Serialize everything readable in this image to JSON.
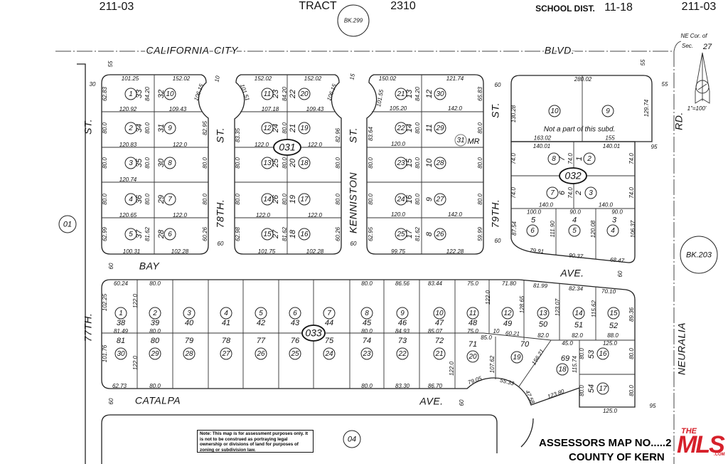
{
  "header": {
    "book_left": "211-03",
    "tract_label": "TRACT",
    "tract_no": "2310",
    "book_ref": "BK.299",
    "school_label": "SCHOOL DIST.",
    "school_no": "11-18",
    "book_right": "211-03"
  },
  "streets": {
    "california": "CALIFORNIA",
    "city": "CITY",
    "blvd": "BLVD.",
    "st77_st": "ST.",
    "st77": "77TH.",
    "st78_st": "ST.",
    "st78": "78TH.",
    "kenniston_st": "ST.",
    "kenniston": "KENNISTON",
    "st79_st": "ST.",
    "st79": "79TH.",
    "rd": "RD.",
    "neuralia": "NEURALIA",
    "bay": "BAY",
    "bay_ave": "AVE.",
    "catalpa": "CATALPA",
    "catalpa_ave": "AVE."
  },
  "adjacent": {
    "p01": "01",
    "p04": "04",
    "bk203": "BK.203"
  },
  "north_arrow": {
    "ne_corner_1": "NE Cor. of",
    "ne_corner_2": "Sec.",
    "section": "27",
    "scale": "1\"=100'"
  },
  "road_widths": [
    "55",
    "30",
    "60",
    "60",
    "60",
    "60",
    "55",
    "55",
    "95",
    "60",
    "60",
    "60",
    "60",
    "95"
  ],
  "b031": {
    "id": "031",
    "parcels": [
      "1",
      "2",
      "3",
      "4",
      "5",
      "10",
      "9",
      "8",
      "7",
      "6",
      "11",
      "12",
      "13",
      "14",
      "15",
      "20",
      "19",
      "18",
      "17",
      "16",
      "21",
      "22",
      "23",
      "24",
      "25",
      "30",
      "29",
      "28",
      "27",
      "26"
    ],
    "lots": [
      "33",
      "34",
      "35",
      "36",
      "37",
      "32",
      "31",
      "30",
      "29",
      "28",
      "23",
      "24",
      "25",
      "26",
      "27",
      "22",
      "21",
      "20",
      "19",
      "18",
      "13",
      "14",
      "15",
      "16",
      "17",
      "12",
      "11",
      "10",
      "9",
      "8"
    ],
    "lot_depths": [
      "84.20",
      "80.0",
      "80.0",
      "80.0",
      "81.62",
      "84.20",
      "80.0",
      "80.0",
      "80.0",
      "81.62",
      "84.20",
      "80.0",
      "80.0",
      "80.0",
      "81.62"
    ],
    "dims": [
      "101.25",
      "152.02",
      "62.83",
      "80.0",
      "80.0",
      "80.0",
      "62.99",
      "120.92",
      "109.43",
      "120.83",
      "122.0",
      "120.74",
      "120.65",
      "122.0",
      "100.31",
      "102.28",
      "82.95",
      "80.0",
      "80.0",
      "60.26",
      "106.15",
      "10",
      "101.51",
      "152.02",
      "152.02",
      "83.35",
      "80.0",
      "80.0",
      "62.98",
      "107.18",
      "109.43",
      "122.0",
      "122.0",
      "122.0",
      "122.0",
      "101.75",
      "102.28",
      "82.96",
      "80.0",
      "80.0",
      "60.26",
      "106.15",
      "15",
      "150.02",
      "121.74",
      "101.55",
      "83.64",
      "80.0",
      "80.0",
      "62.95",
      "105.20",
      "142.0",
      "120.0",
      "120.0",
      "142.0",
      "99.75",
      "122.28",
      "65.83",
      "80.0",
      "80.0",
      "80.0",
      "59.99"
    ],
    "mr_parcel": "31",
    "mr_label": "MR"
  },
  "b032": {
    "id": "032",
    "parcels": [
      "10",
      "9",
      "8",
      "2",
      "7",
      "3",
      "6",
      "5",
      "4"
    ],
    "lots": [
      "7",
      "1",
      "6",
      "2",
      "5",
      "4",
      "3"
    ],
    "not_part": "Not a part of this subd.",
    "dims": [
      "280.02",
      "130.28",
      "129.74",
      "163.02",
      "140.01",
      "155",
      "140.01",
      "74.0",
      "74.0",
      "74.0",
      "74.0",
      "74.0",
      "74.0",
      "140.0",
      "140.0",
      "100.0",
      "90.0",
      "90.0",
      "87.54",
      "111.90",
      "120.08",
      "106.37",
      "79.91",
      "90.37",
      "68.47"
    ]
  },
  "b033": {
    "id": "033",
    "parcels_top": [
      "1",
      "2",
      "3",
      "4",
      "5",
      "6",
      "7",
      "8",
      "9",
      "10",
      "11",
      "12",
      "13",
      "14",
      "15"
    ],
    "lots_top": [
      "38",
      "39",
      "40",
      "41",
      "42",
      "43",
      "44",
      "45",
      "46",
      "47",
      "48",
      "49",
      "50",
      "51",
      "52"
    ],
    "parcels_bottom": [
      "30",
      "29",
      "28",
      "27",
      "26",
      "25",
      "24",
      "23",
      "22",
      "21",
      "20",
      "19",
      "18",
      "16",
      "17"
    ],
    "lots_bottom": [
      "81",
      "80",
      "79",
      "78",
      "77",
      "76",
      "75",
      "74",
      "73",
      "72",
      "71",
      "70",
      "69",
      "53",
      "54"
    ],
    "dims": [
      "60.24",
      "80.0",
      "80.0",
      "86.56",
      "83.44",
      "75.0",
      "71.80",
      "81.99",
      "82.34",
      "70.10",
      "102.25",
      "122.0",
      "122.0",
      "128.65",
      "123.07",
      "115.62",
      "89.36",
      "81.49",
      "80.0",
      "80.0",
      "84.93",
      "85.07",
      "75.0",
      "10",
      "60.21",
      "82.0",
      "82.0",
      "88.0",
      "85.0",
      "45.0",
      "125.0",
      "101.76",
      "122.0",
      "122.0",
      "107.62",
      "156.21",
      "115.74",
      "80.0",
      "80.0",
      "80.0",
      "80.0",
      "62.73",
      "80.0",
      "80.0",
      "83.30",
      "86.70",
      "79.05",
      "55.33",
      "47.58",
      "123.80",
      "125.0"
    ]
  },
  "note": "Note: This map is for assessment purposes only. It is not to be construed as portraying legal ownership or divisions of land for purposes of zoning or subdivision law.",
  "footer": {
    "assessor": "ASSESSORS MAP NO.....2",
    "county": "COUNTY OF KERN"
  },
  "watermark": {
    "the": "THE",
    "mls": "MLS",
    "com": ".COM",
    "color": "#d6202a"
  }
}
